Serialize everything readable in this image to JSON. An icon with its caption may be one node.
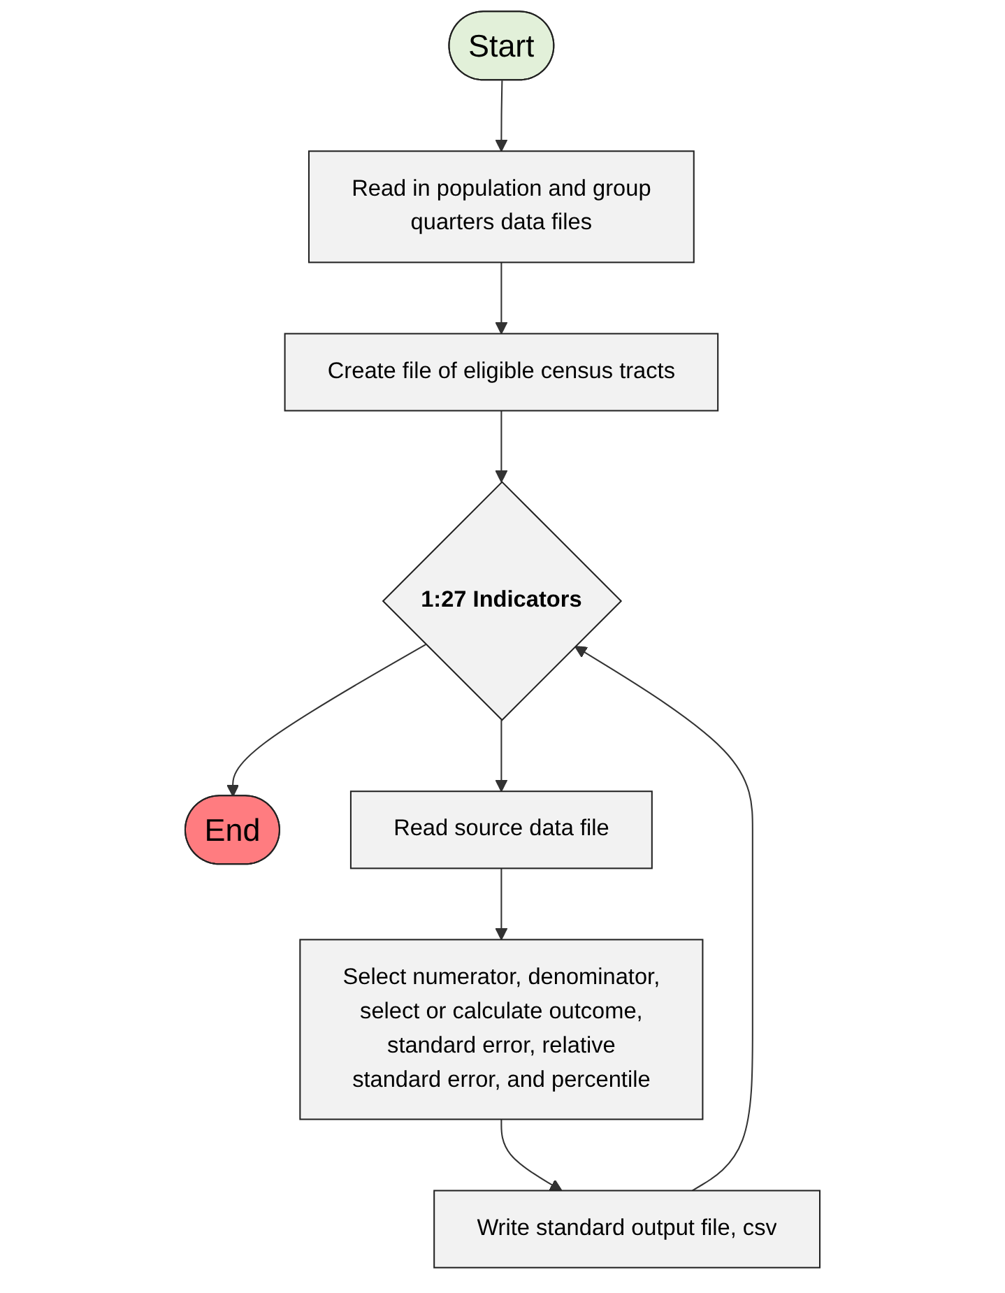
{
  "diagram": {
    "nodes": [
      {
        "text": [
          "Start"
        ]
      },
      {
        "text": [
          "Read in population and group quarters data files"
        ]
      },
      {
        "text": [
          "Create file of eligible census tracts"
        ]
      },
      {
        "text": [
          "1:27 Indicators"
        ]
      },
      {
        "text": [
          "End"
        ]
      },
      {
        "text": [
          "Read source data file"
        ]
      },
      {
        "text": [
          "Select numerator, denominator, select or calculate outcome, standard error, relative standard error, and percentile"
        ]
      },
      {
        "text": [
          "Write standard output file, csv"
        ]
      }
    ],
    "edges": [
      {
        "from": 0,
        "to": 1,
        "arrow": "to"
      },
      {
        "from": 1,
        "to": 2,
        "arrow": "to"
      },
      {
        "from": 2,
        "to": 3,
        "arrow": "to"
      },
      {
        "from": 3,
        "to": 4,
        "arrow": "to"
      },
      {
        "from": 3,
        "to": 5,
        "arrow": "to"
      },
      {
        "from": 5,
        "to": 6,
        "arrow": "to"
      },
      {
        "from": 6,
        "to": 7,
        "arrow": "to"
      },
      {
        "from": 7,
        "to": 3,
        "arrow": "to"
      }
    ]
  }
}
